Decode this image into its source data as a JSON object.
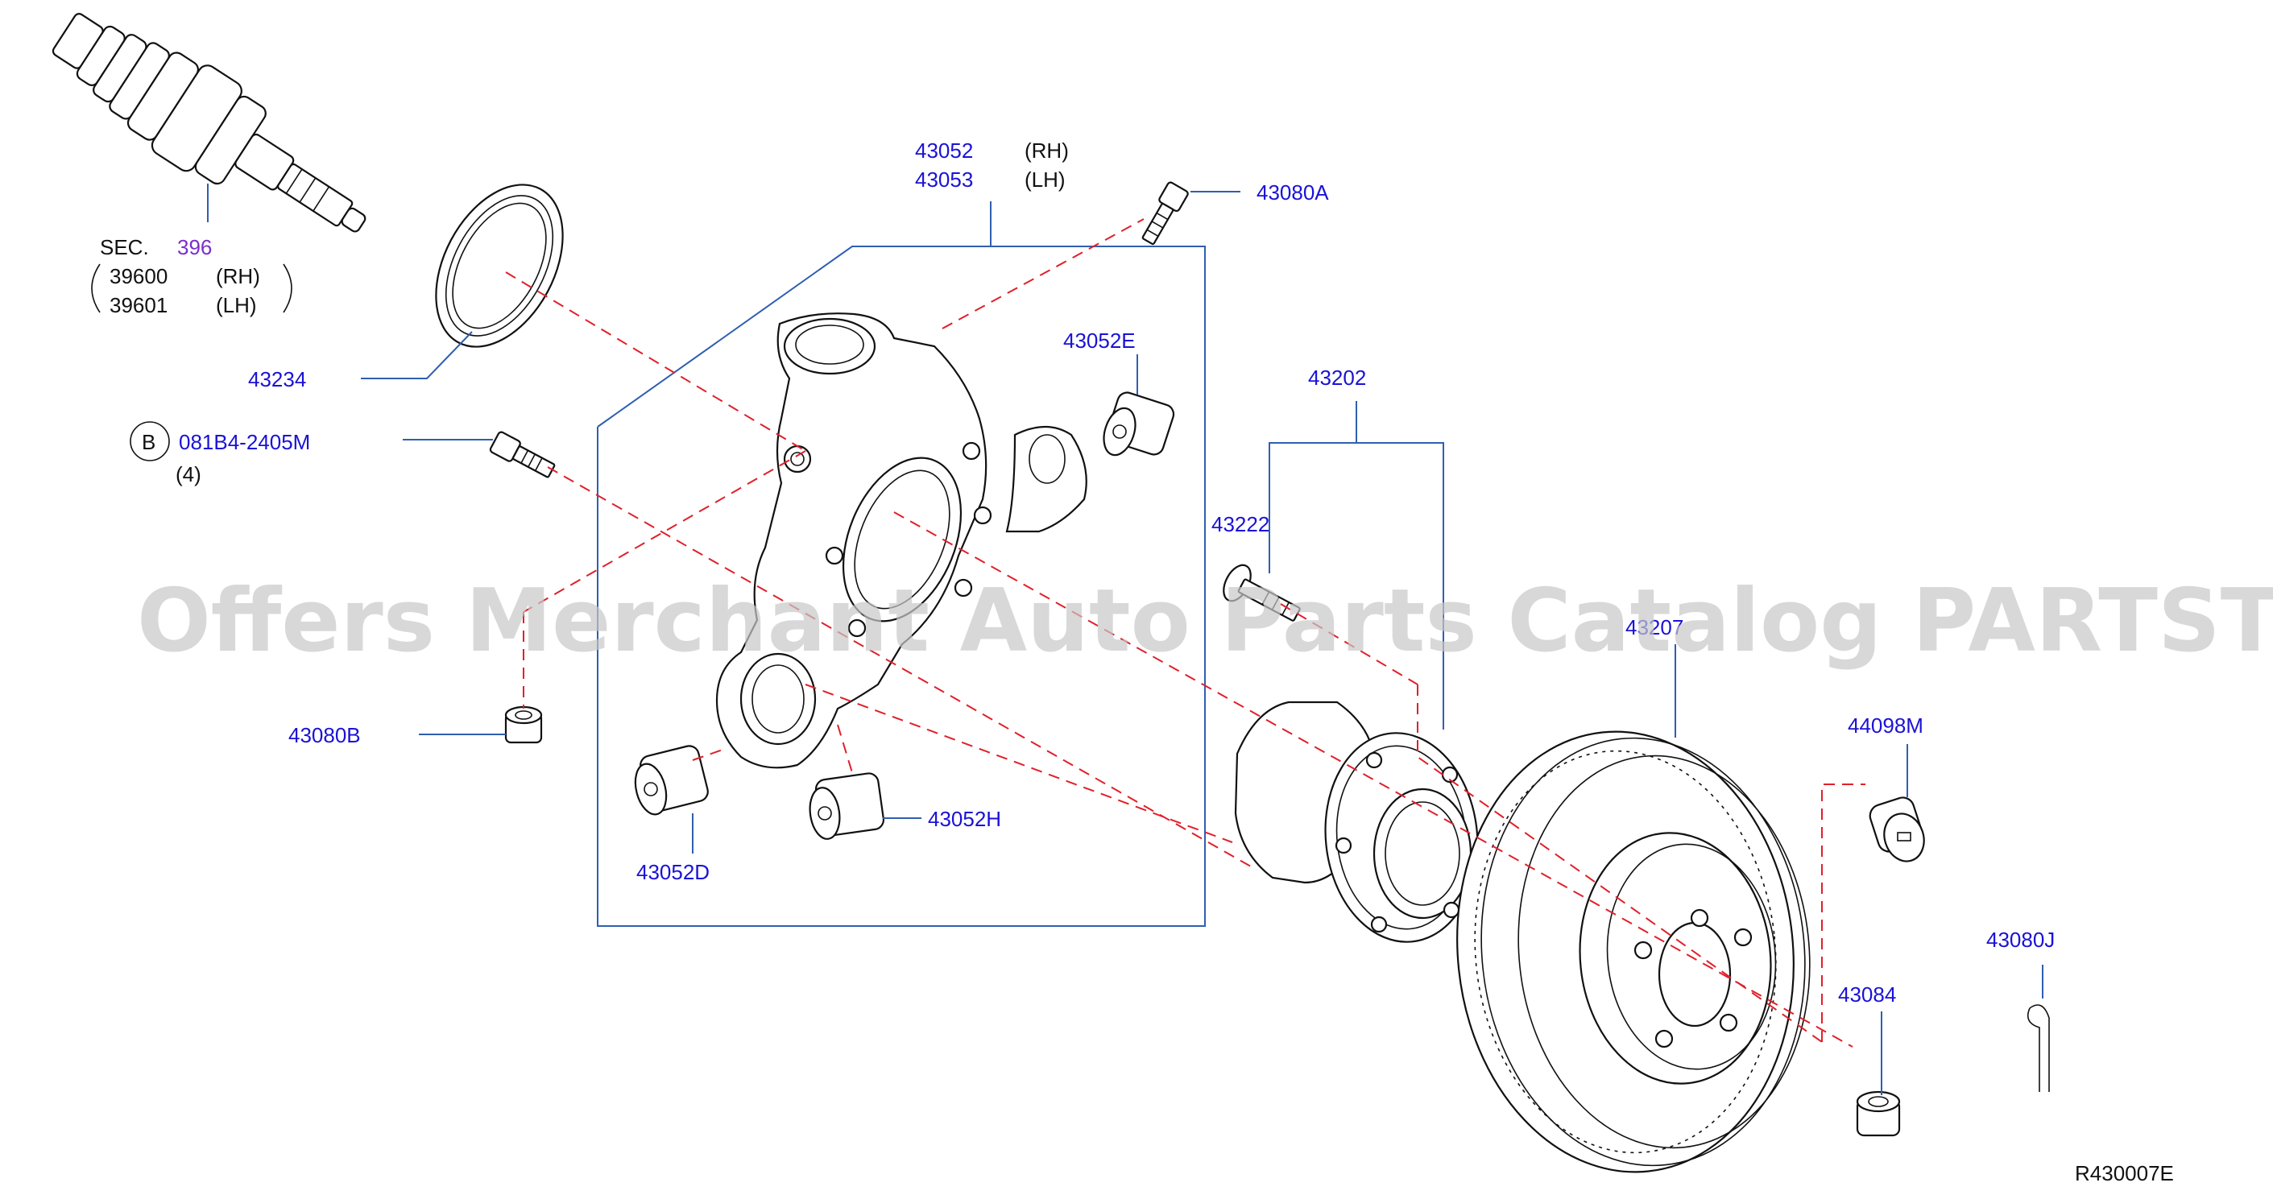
{
  "watermark": "Offers Merchant Auto Parts Catalog PARTSTORE.SA",
  "diagram_code": "R430007E",
  "section": {
    "prefix": "SEC.",
    "number": "396"
  },
  "labels": {
    "p39600": "39600",
    "p39600_side": "(RH)",
    "p39601": "39601",
    "p39601_side": "(LH)",
    "p43052": "43052",
    "p43052_side": "(RH)",
    "p43053": "43053",
    "p43053_side": "(LH)",
    "p43080A": "43080A",
    "p43234": "43234",
    "bolt_ref_circle": "B",
    "p081B4": "081B4-2405M",
    "p081B4_qty": "(4)",
    "p43052E": "43052E",
    "p43202": "43202",
    "p43222": "43222",
    "p43206_partial": "43207",
    "p43080B": "43080B",
    "p44098M": "44098M",
    "p43052H": "43052H",
    "p43052D": "43052D",
    "p43080J": "43080J",
    "p43084": "43084"
  },
  "colors": {
    "label": "#1a12d6",
    "leader": "#2f5fb0",
    "dash": "#e0202a",
    "section_link": "#7b2fc8"
  }
}
